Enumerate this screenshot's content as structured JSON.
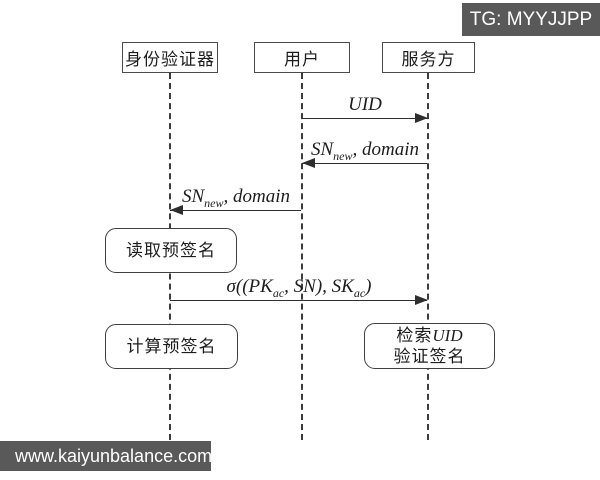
{
  "watermarks": {
    "top_right": "TG: MYYJJPP",
    "bottom_left": "www.kaiyunbalance.com"
  },
  "actors": [
    {
      "id": "authenticator",
      "label": "身份验证器"
    },
    {
      "id": "user",
      "label": "用户"
    },
    {
      "id": "service",
      "label": "服务方"
    }
  ],
  "messages": [
    {
      "from": "用户",
      "to": "服务方",
      "direction": "right",
      "label": "UID"
    },
    {
      "from": "服务方",
      "to": "用户",
      "direction": "left",
      "base": "SN",
      "sub": "new",
      "rest": ", domain"
    },
    {
      "from": "用户",
      "to": "身份验证器",
      "direction": "left",
      "base": "SN",
      "sub": "new",
      "rest": ", domain"
    },
    {
      "from": "身份验证器",
      "to": "服务方",
      "direction": "right",
      "p1": "σ((PK",
      "sub1": "ac",
      "p2": ", SN), SK",
      "sub2": "ac",
      "p3": ")"
    }
  ],
  "activities": [
    {
      "lane": "身份验证器",
      "label": "读取预签名"
    },
    {
      "lane": "身份验证器",
      "label": "计算预签名"
    },
    {
      "lane": "服务方",
      "line1_prefix": "检索",
      "line1_italic": "UID",
      "line2": "验证签名"
    }
  ],
  "colors": {
    "watermark_bg": "#595959",
    "line": "#2e2e2e",
    "background": "#ffffff"
  }
}
